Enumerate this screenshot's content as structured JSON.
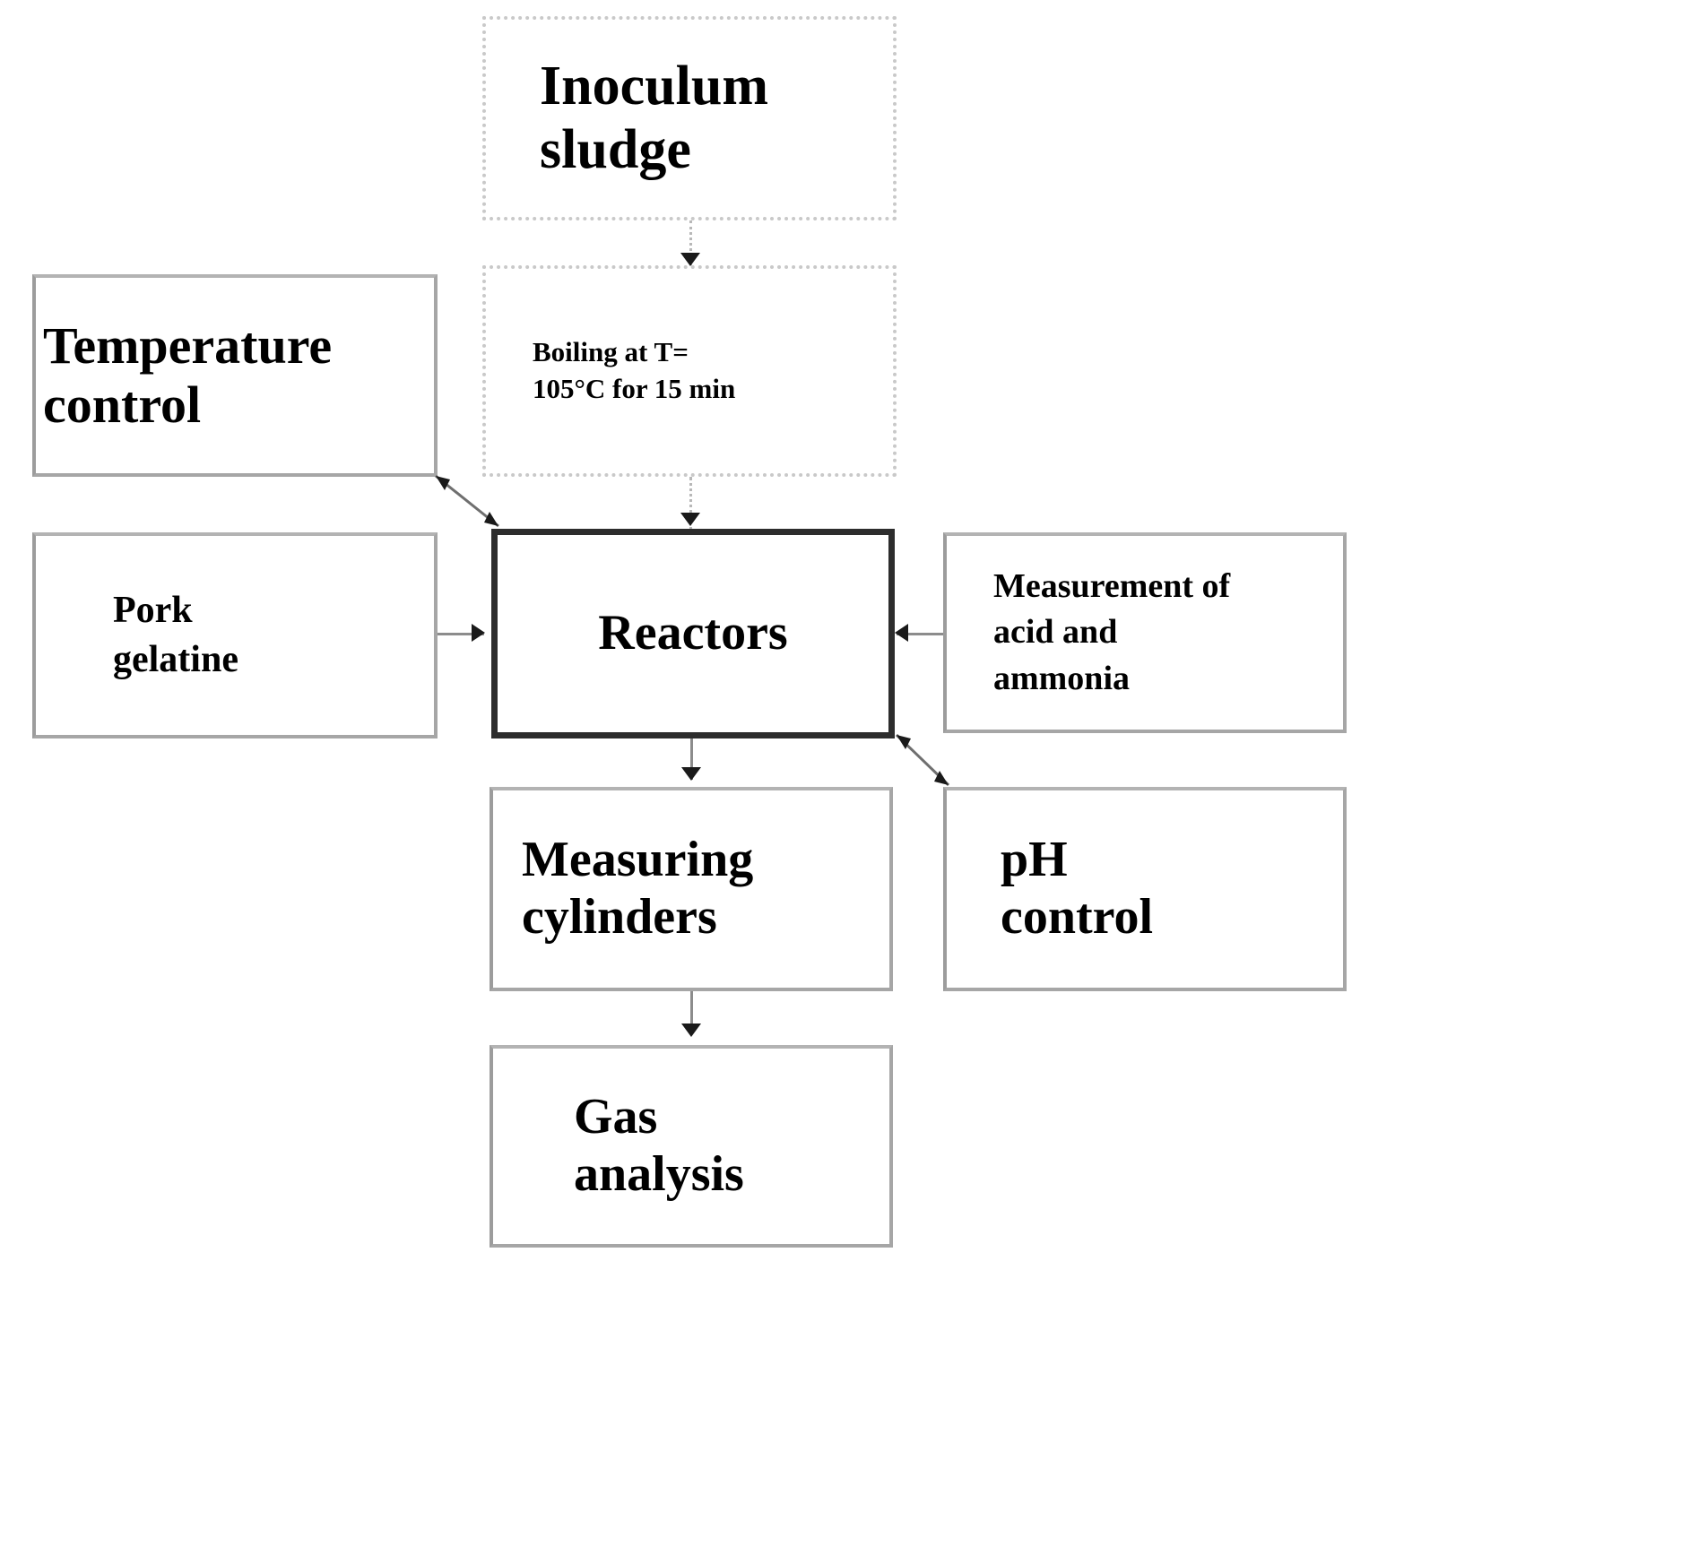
{
  "diagram": {
    "title": "Experimental setup flow diagram",
    "background_color": "#ffffff",
    "text_color": "#000000",
    "colors": {
      "box_border_grey": "#a6a6a6",
      "box_border_dotted": "#c9c9c9",
      "box_border_dark": "#2d2d2d",
      "connector": "#8c8c8c",
      "arrowhead": "#1a1a1a"
    },
    "nodes": [
      {
        "id": "inoculum",
        "label": "Inoculum\nsludge",
        "border_style": "dotted"
      },
      {
        "id": "boiling",
        "label": "Boiling at T=\n105°C  for 15 min",
        "border_style": "dotted"
      },
      {
        "id": "temperature",
        "label": "Temperature\ncontrol",
        "border_style": "solid-grey"
      },
      {
        "id": "pork",
        "label": "Pork\ngelatine",
        "border_style": "solid-grey"
      },
      {
        "id": "reactors",
        "label": "Reactors",
        "border_style": "solid-dark"
      },
      {
        "id": "measurement",
        "label": "Measurement of\nacid and\nammonia",
        "border_style": "solid-grey"
      },
      {
        "id": "cylinders",
        "label": "Measuring\ncylinders",
        "border_style": "solid-grey"
      },
      {
        "id": "ph",
        "label": "pH\ncontrol",
        "border_style": "solid-grey"
      },
      {
        "id": "gas",
        "label": "Gas\nanalysis",
        "border_style": "solid-grey"
      }
    ],
    "edges": [
      {
        "from": "inoculum",
        "to": "boiling",
        "style": "dotted",
        "direction": "down"
      },
      {
        "from": "boiling",
        "to": "reactors",
        "style": "dotted",
        "direction": "down"
      },
      {
        "from": "temperature",
        "to": "reactors",
        "style": "solid",
        "direction": "diagonal-down-right"
      },
      {
        "from": "pork",
        "to": "reactors",
        "style": "solid",
        "direction": "right"
      },
      {
        "from": "measurement",
        "to": "reactors",
        "style": "solid",
        "direction": "left"
      },
      {
        "from": "reactors",
        "to": "ph",
        "style": "solid",
        "direction": "diagonal-down-right"
      },
      {
        "from": "reactors",
        "to": "cylinders",
        "style": "solid",
        "direction": "down"
      },
      {
        "from": "cylinders",
        "to": "gas",
        "style": "solid",
        "direction": "down"
      }
    ]
  }
}
